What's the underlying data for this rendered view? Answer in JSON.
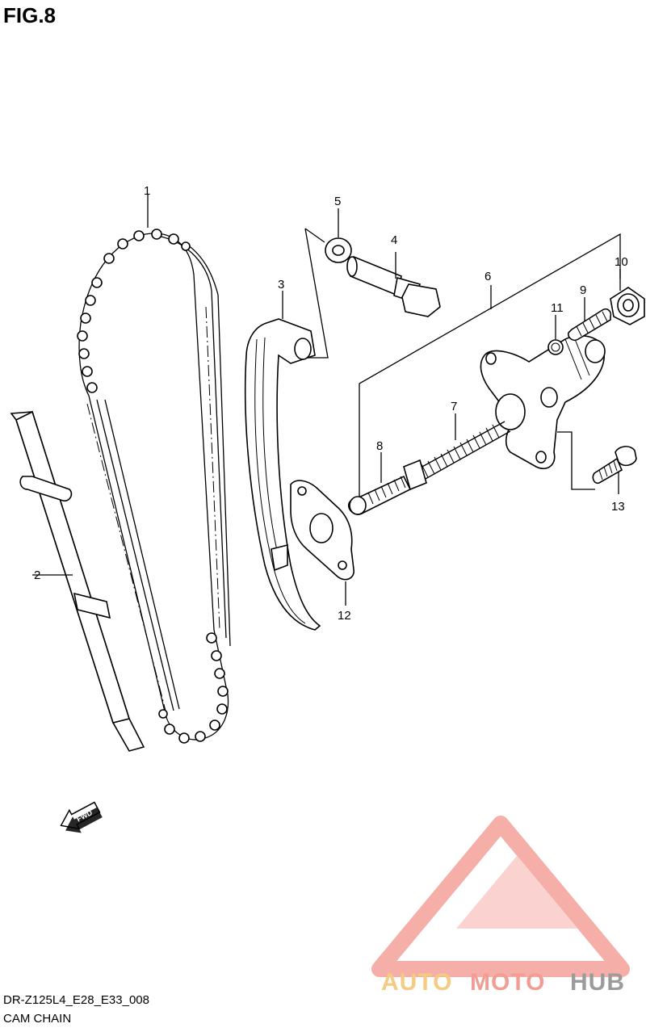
{
  "figure": {
    "title": "FIG.8",
    "code": "DR-Z125L4_E28_E33_008",
    "subtitle": "CAM CHAIN"
  },
  "callouts": [
    "1",
    "2",
    "3",
    "4",
    "5",
    "6",
    "7",
    "8",
    "9",
    "10",
    "11",
    "12",
    "13"
  ],
  "fwd_label": "FWD",
  "watermark": {
    "part1": "AUTO",
    "part2": "MOTO",
    "part3": "HUB",
    "color_auto": "#f4c16e",
    "color_moto": "#f28b82",
    "color_hub": "#8a8a8a",
    "logo_color": "#f4a19a"
  }
}
